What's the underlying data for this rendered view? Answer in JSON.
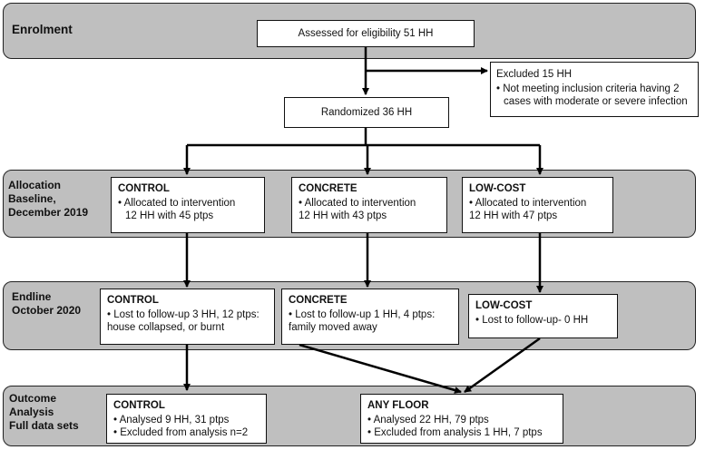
{
  "stages": {
    "enrolment": "Enrolment",
    "allocation": "Allocation\nBaseline,\nDecember 2019",
    "endline": "Endline\nOctober 2020",
    "outcome": "Outcome\nAnalysis\nFull data sets"
  },
  "enrolment": {
    "assessed": "Assessed for eligibility 51 HH",
    "randomized": "Randomized 36 HH",
    "excluded": {
      "title": "Excluded 15 HH",
      "line1": "• Not meeting inclusion criteria having 2",
      "line2": "cases with moderate or severe infection"
    }
  },
  "allocation": {
    "control": {
      "title": "CONTROL",
      "line1": "• Allocated to intervention",
      "line2": "12 HH with 45 ptps"
    },
    "concrete": {
      "title": "CONCRETE",
      "line1": "• Allocated to intervention",
      "line2": "12 HH with 43 ptps"
    },
    "lowcost": {
      "title": "LOW-COST",
      "line1": "• Allocated to intervention",
      "line2": "12 HH with 47 ptps"
    }
  },
  "endline": {
    "control": {
      "title": "CONTROL",
      "line1": "• Lost to follow-up 3 HH, 12 ptps:",
      "line2": "house collapsed, or burnt"
    },
    "concrete": {
      "title": "CONCRETE",
      "line1": "• Lost to follow-up 1 HH, 4 ptps:",
      "line2": "family moved away"
    },
    "lowcost": {
      "title": "LOW-COST",
      "line1": "• Lost to follow-up- 0 HH"
    }
  },
  "outcome": {
    "control": {
      "title": "CONTROL",
      "line1": "• Analysed 9 HH, 31 ptps",
      "line2": "• Excluded from analysis n=2"
    },
    "anyfloor": {
      "title": "ANY FLOOR",
      "line1": "• Analysed 22 HH, 79 ptps",
      "line2": "• Excluded from analysis 1 HH, 7 ptps"
    }
  }
}
